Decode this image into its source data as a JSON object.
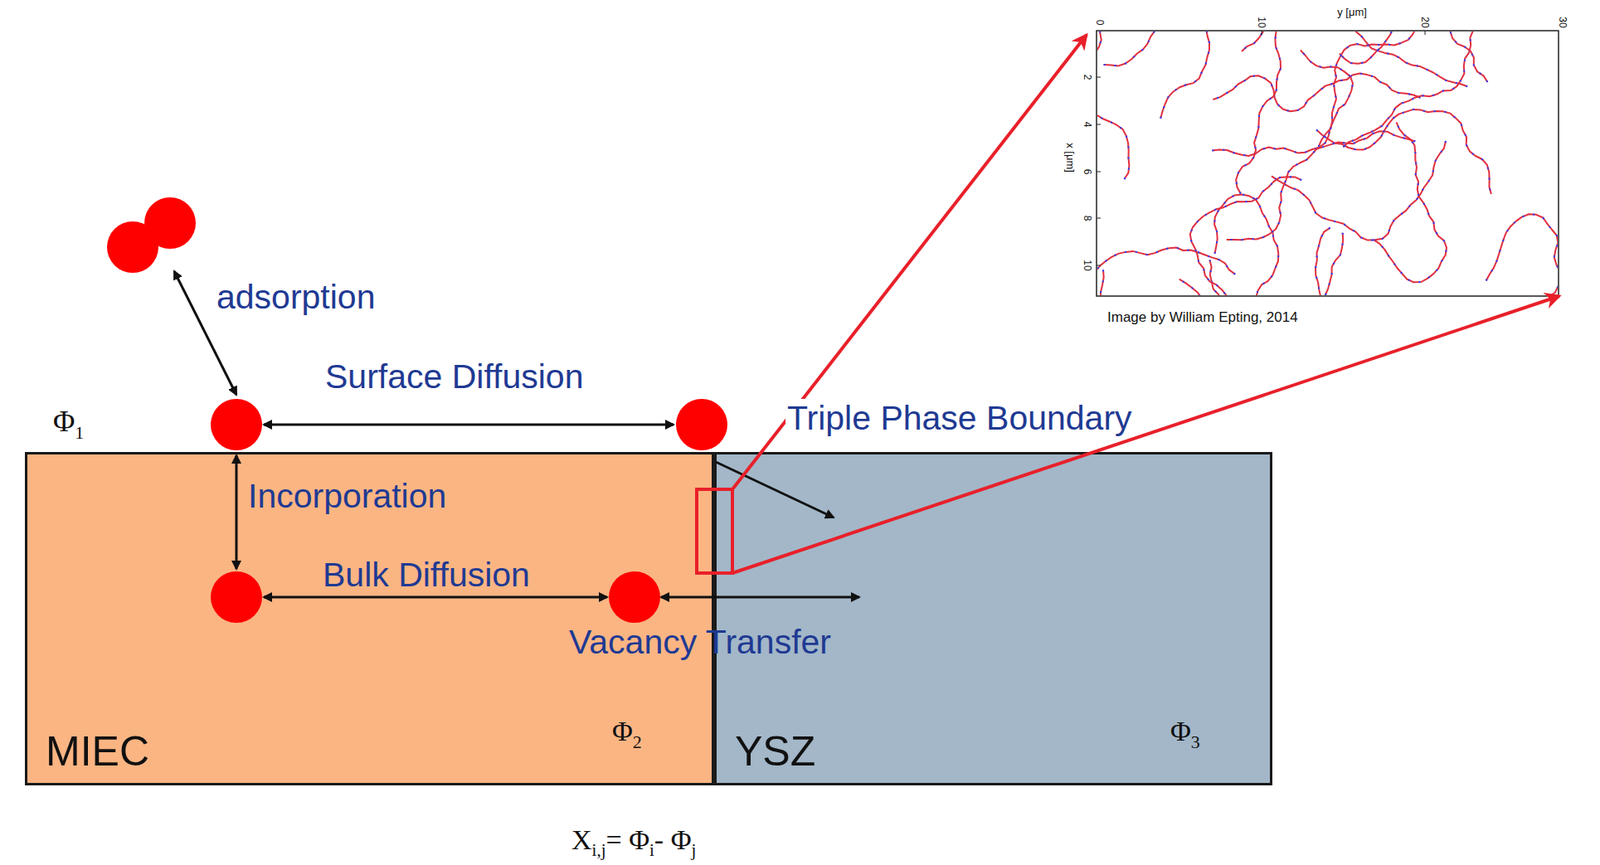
{
  "diagram": {
    "nodes": [
      {
        "text": [
          "MIEC",
          "Φ",
          "2"
        ]
      },
      {
        "text": [
          "YSZ",
          "Φ",
          "3"
        ]
      }
    ],
    "labels": [
      "adsorption",
      "Surface Diffusion",
      "Triple Phase Boundary",
      "Incorporation",
      "Bulk Diffusion",
      "Vacancy Transfer",
      "Φ",
      "1",
      "y [μm]",
      "0",
      "10",
      "20",
      "30",
      "x [μm]",
      "2",
      "4",
      "6",
      "8",
      "10",
      "Image by William Epting, 2014",
      "X",
      "i,j",
      "= Φ",
      "i",
      "- Φ",
      "j"
    ]
  }
}
